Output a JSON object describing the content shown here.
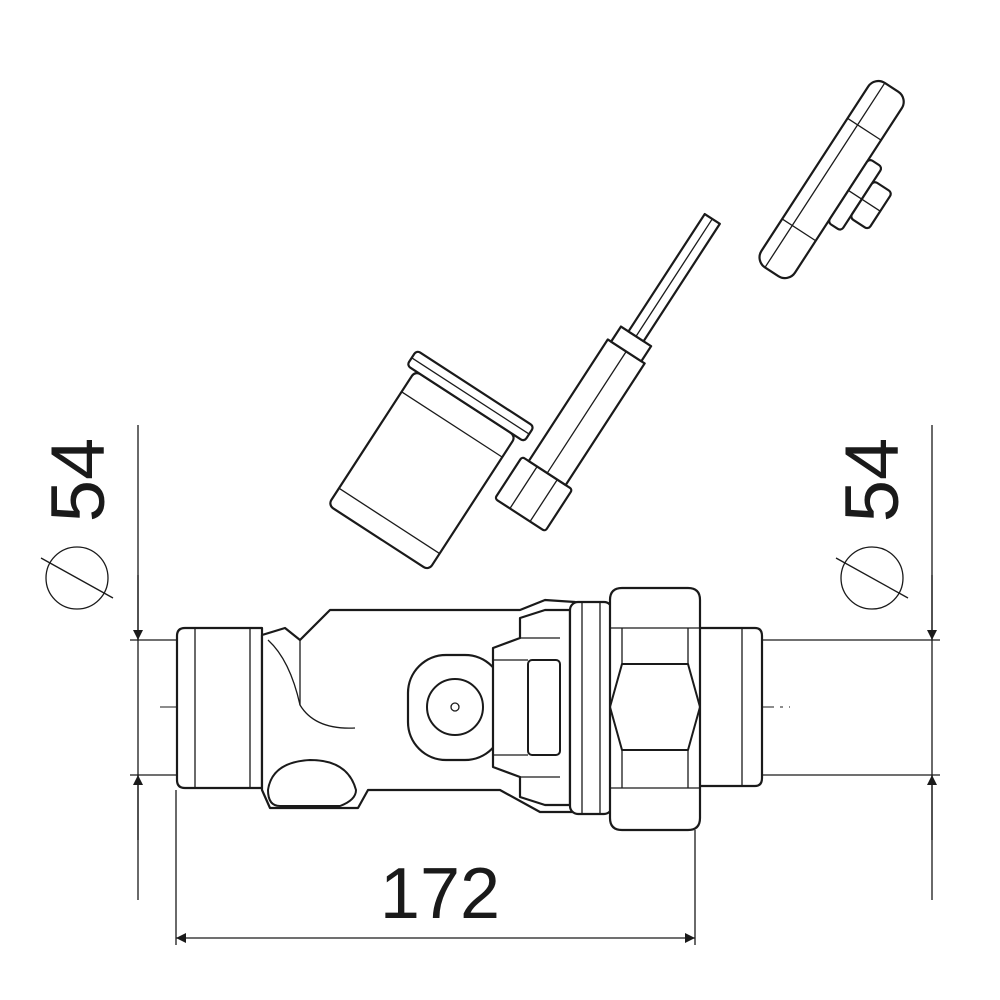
{
  "dimensions": {
    "length": "172",
    "diameter_left": "54",
    "diameter_right": "54"
  }
}
